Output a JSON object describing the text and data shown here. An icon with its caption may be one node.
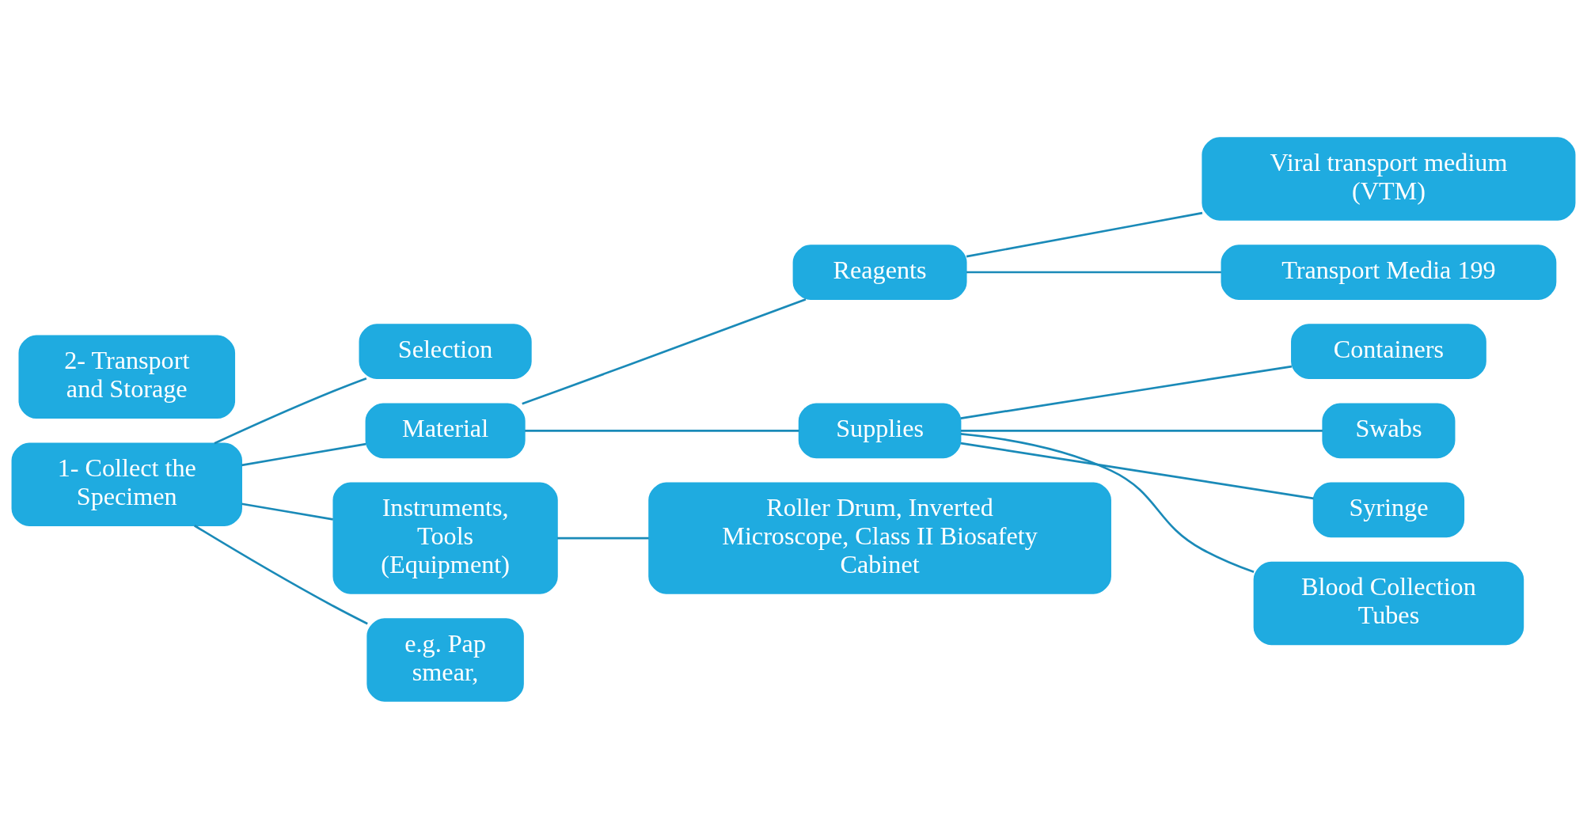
{
  "diagram": {
    "nodes": [
      {
        "text": [
          "1- Collect the Specimen"
        ]
      },
      {
        "text": [
          "2- Transport and Storage"
        ]
      },
      {
        "text": [
          "Selection"
        ]
      },
      {
        "text": [
          "Material"
        ]
      },
      {
        "text": [
          "Instruments, Tools (Equipment)"
        ]
      },
      {
        "text": [
          "e.g. Pap smear,"
        ]
      },
      {
        "text": [
          "Reagents"
        ]
      },
      {
        "text": [
          "Supplies"
        ]
      },
      {
        "text": [
          "Viral transport medium (VTM)"
        ]
      },
      {
        "text": [
          "Transport Media 199"
        ]
      },
      {
        "text": [
          "Containers"
        ]
      },
      {
        "text": [
          "Swabs"
        ]
      },
      {
        "text": [
          "Syringe"
        ]
      },
      {
        "text": [
          "Blood Collection Tubes"
        ]
      },
      {
        "text": [
          "Roller Drum, Inverted Microscope, Class II Biosafety Cabinet"
        ]
      }
    ],
    "edges": [
      {
        "from": 0,
        "to": 2,
        "arrow": "none"
      },
      {
        "from": 0,
        "to": 3,
        "arrow": "none"
      },
      {
        "from": 0,
        "to": 4,
        "arrow": "none"
      },
      {
        "from": 0,
        "to": 5,
        "arrow": "none"
      },
      {
        "from": 3,
        "to": 6,
        "arrow": "none"
      },
      {
        "from": 3,
        "to": 7,
        "arrow": "none"
      },
      {
        "from": 6,
        "to": 8,
        "arrow": "none"
      },
      {
        "from": 6,
        "to": 9,
        "arrow": "none"
      },
      {
        "from": 7,
        "to": 10,
        "arrow": "none"
      },
      {
        "from": 7,
        "to": 11,
        "arrow": "none"
      },
      {
        "from": 7,
        "to": 12,
        "arrow": "none"
      },
      {
        "from": 7,
        "to": 13,
        "arrow": "none"
      },
      {
        "from": 4,
        "to": 14,
        "arrow": "none"
      }
    ]
  }
}
